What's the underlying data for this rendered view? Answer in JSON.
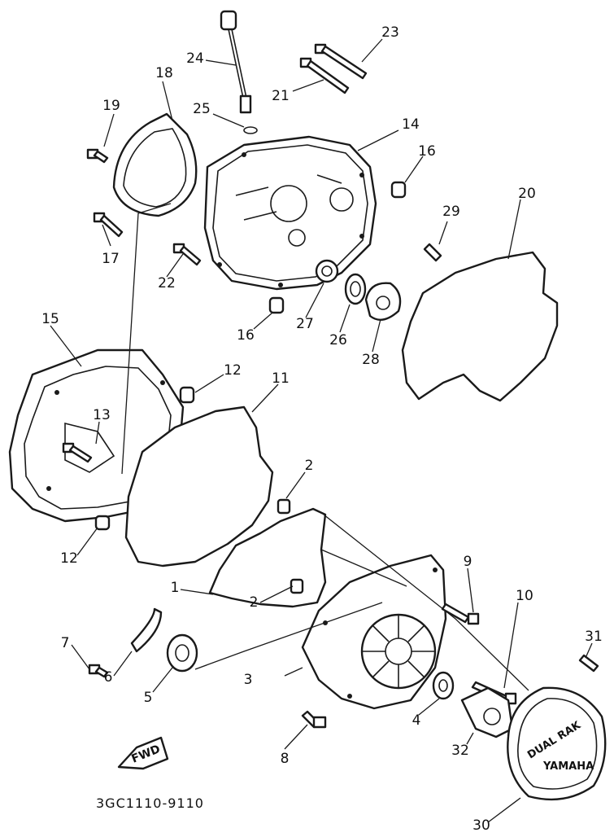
{
  "diagram": {
    "callouts": {
      "p1": "1",
      "p2a": "2",
      "p2b": "2",
      "p3": "3",
      "p4": "4",
      "p5": "5",
      "p6": "6",
      "p7": "7",
      "p8": "8",
      "p9": "9",
      "p10": "10",
      "p11": "11",
      "p12a": "12",
      "p12b": "12",
      "p13": "13",
      "p14": "14",
      "p15": "15",
      "p16a": "16",
      "p16b": "16",
      "p17": "17",
      "p18": "18",
      "p19": "19",
      "p20": "20",
      "p21": "21",
      "p22": "22",
      "p23": "23",
      "p24": "24",
      "p25": "25",
      "p26": "26",
      "p27": "27",
      "p28": "28",
      "p29": "29",
      "p30": "30",
      "p31": "31",
      "p32": "32"
    },
    "fwd_label": "FWD",
    "cover_text_1": "DUAL RAK",
    "cover_text_2": "YAMAHA",
    "drawing_code": "3GC1110-9110"
  },
  "colors": {
    "line": "#1a1a1a",
    "background": "#ffffff"
  },
  "icons": {
    "fwd": "fwd-arrow-icon"
  }
}
